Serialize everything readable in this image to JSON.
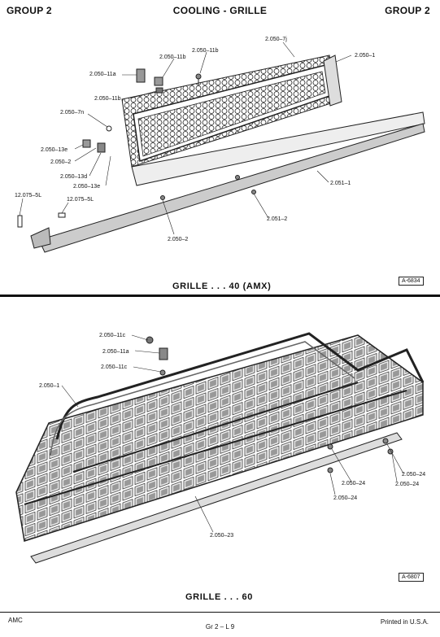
{
  "header": {
    "left": "GROUP 2",
    "center": "COOLING - GRILLE",
    "right": "GROUP 2"
  },
  "figure1": {
    "caption": "GRILLE . . . 40 (AMX)",
    "plate": "A-6834",
    "callouts": {
      "c_7j": "2.050–7j",
      "c_1": "2.050–1",
      "c_11b_a": "2.050–11b",
      "c_11b_b": "2.050–11b",
      "c_11a": "2.050–11a",
      "c_11b_c": "2.050–11b",
      "c_7n": "2.050–7n",
      "c_13e_a": "2.050–13e",
      "c_2a": "2.050–2",
      "c_13d": "2.050–13d",
      "c_13e_b": "2.050–13e",
      "c_5l_a": "12.075–5L",
      "c_5l_b": "12.075–5L",
      "c_051_1": "2.051–1",
      "c_051_2": "2.051–2",
      "c_2b": "2.050–2"
    }
  },
  "figure2": {
    "caption": "GRILLE . . . 60",
    "plate": "A-6807",
    "callouts": {
      "c_11c_a": "2.050–11c",
      "c_11a": "2.050–11a",
      "c_11c_b": "2.050–11c",
      "c_1": "2.050–1",
      "c_24a": "2.050–24",
      "c_24b": "2.050–24",
      "c_24c": "2.050–24",
      "c_24d": "2.050–24",
      "c_23": "2.050–23"
    }
  },
  "footer": {
    "left": "AMC",
    "center": "Gr  2  –  L  9",
    "right": "Printed  in U.S.A."
  }
}
